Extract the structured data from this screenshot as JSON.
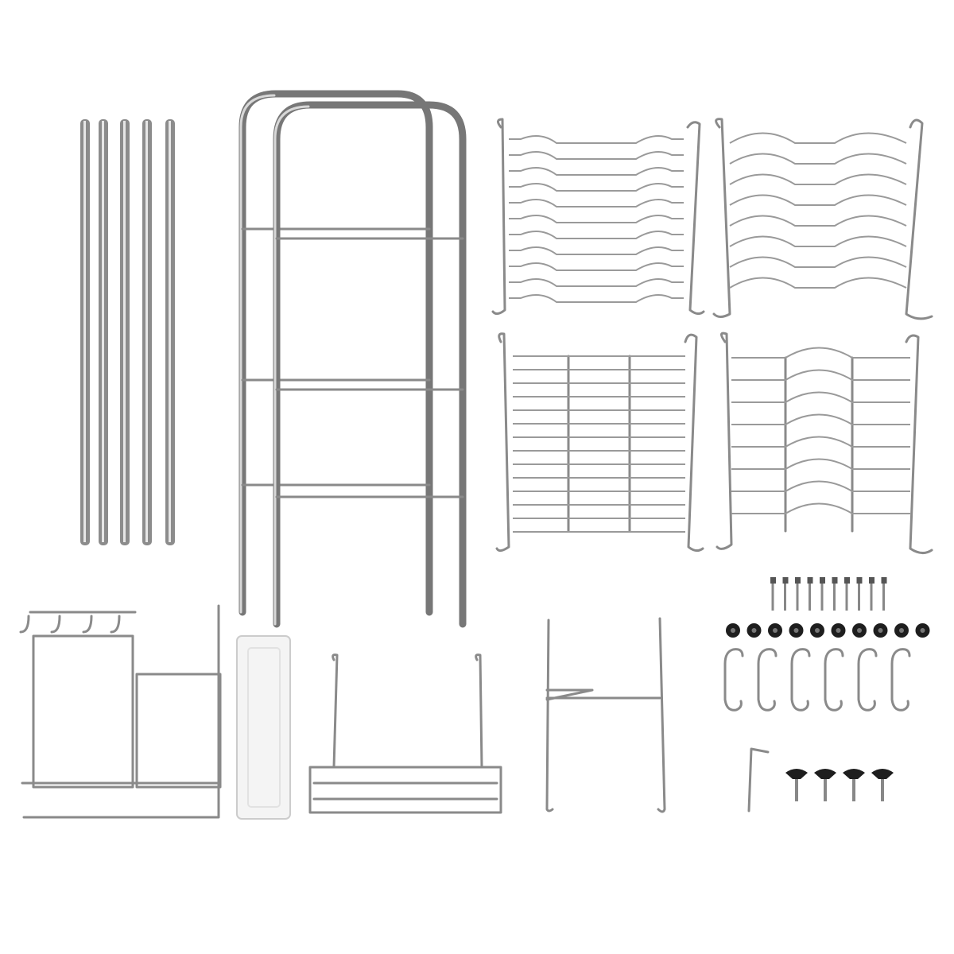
{
  "scene": {
    "background_color": "#ffffff",
    "metal_color": "#8a8a8a",
    "tray_color": "#f4f4f4",
    "rubber_color": "#1e1e1e",
    "counts": {
      "rods": 5,
      "frames": 2,
      "racks": 4,
      "screws": 10,
      "washers": 10,
      "s_hooks": 6,
      "feet": 4
    }
  }
}
